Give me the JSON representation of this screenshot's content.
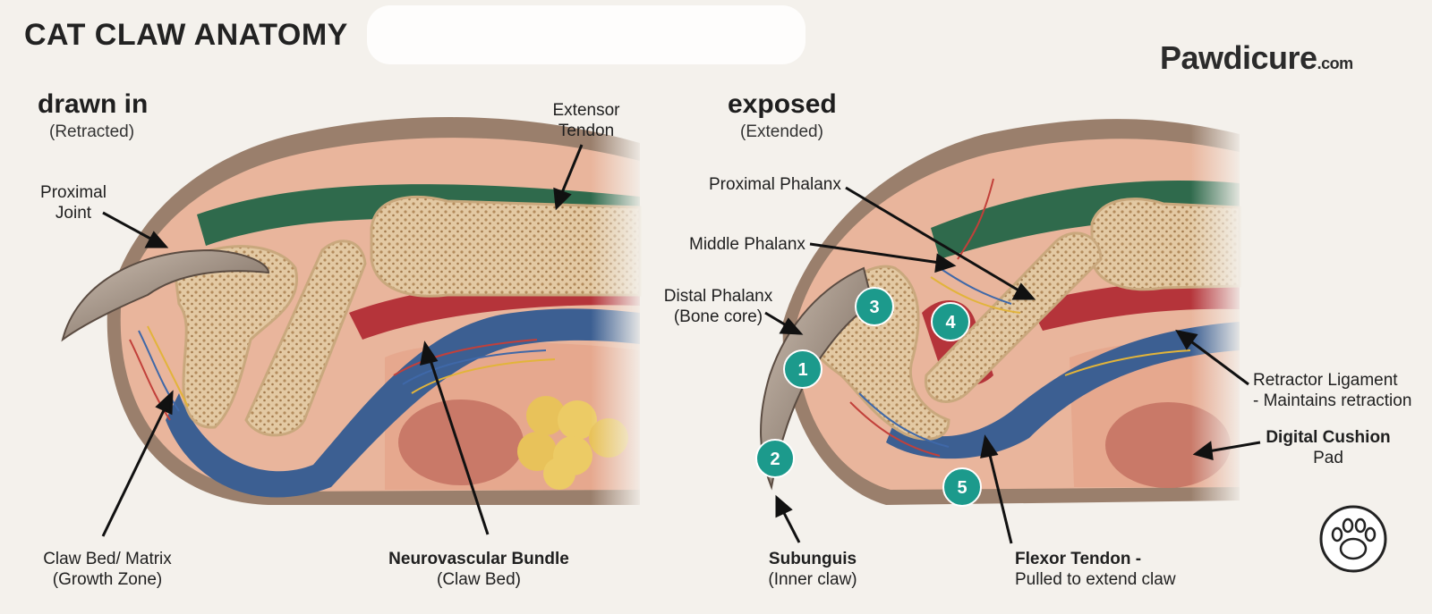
{
  "title": "CAT CLAW ANATOMY",
  "logo": {
    "main": "Pawdicure",
    "suffix": ".com"
  },
  "left_panel": {
    "heading": "drawn in",
    "subheading": "(Retracted)",
    "labels": {
      "extensor_tendon": {
        "line1": "Extensor",
        "line2": "Tendon"
      },
      "proximal_joint": {
        "line1": "Proximal",
        "line2": "Joint"
      },
      "claw_bed": {
        "line1": "Claw Bed/ Matrix",
        "line2": "(Growth Zone)"
      },
      "neurovascular": {
        "line1": "Neurovascular Bundle",
        "line2": "(Claw Bed)"
      }
    }
  },
  "right_panel": {
    "heading": "exposed",
    "subheading": "(Extended)",
    "labels": {
      "proximal_phalanx": "Proximal Phalanx",
      "middle_phalanx": "Middle Phalanx",
      "distal_phalanx": {
        "line1": "Distal Phalanx",
        "line2": "(Bone core)"
      },
      "subunguis": {
        "line1": "Subunguis",
        "line2": "(Inner claw)"
      },
      "flexor_tendon": {
        "line1": "Flexor Tendon -",
        "line2": "Pulled to extend claw"
      },
      "retractor_ligament": {
        "line1": "Retractor Ligament",
        "line2": "- Maintains retraction"
      },
      "digital_cushion": {
        "line1": "Digital Cushion",
        "line2": "Pad"
      }
    },
    "markers": [
      "1",
      "2",
      "3",
      "4",
      "5"
    ]
  },
  "colors": {
    "background": "#f4f1ec",
    "bone": "#e3c9a3",
    "tendon_green": "#2f6a4c",
    "tendon_blue": "#3c5f92",
    "muscle_red": "#b5343a",
    "skin": "#e9b59c",
    "claw": "#9a8a7c",
    "fat": "#e8c25a",
    "marker_teal": "#1c9a8c"
  }
}
